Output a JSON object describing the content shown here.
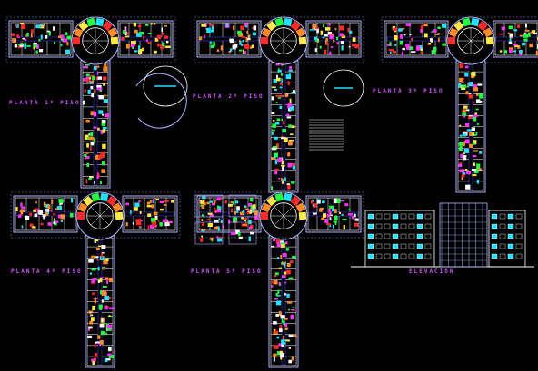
{
  "drawing": {
    "labels": {
      "plan1": "PLANTA 1º PISO",
      "plan2": "PLANTA 2º PISO",
      "plan3": "PLANTA 3º PISO",
      "plan4": "PLANTA 4º PISO",
      "plan5": "PLANTA 5º PISO",
      "elevation": "ELEVACION"
    }
  },
  "colors": {
    "background": "#000000",
    "outline": "#b0b0ff",
    "wall": "#ffffff",
    "red": "#ff2a2a",
    "orange": "#ff8a2a",
    "yellow": "#ffe84a",
    "green": "#22ff44",
    "cyan": "#22e0ff",
    "magenta": "#ff33ff",
    "label": "#d455ff",
    "blue": "#4a4aff"
  }
}
